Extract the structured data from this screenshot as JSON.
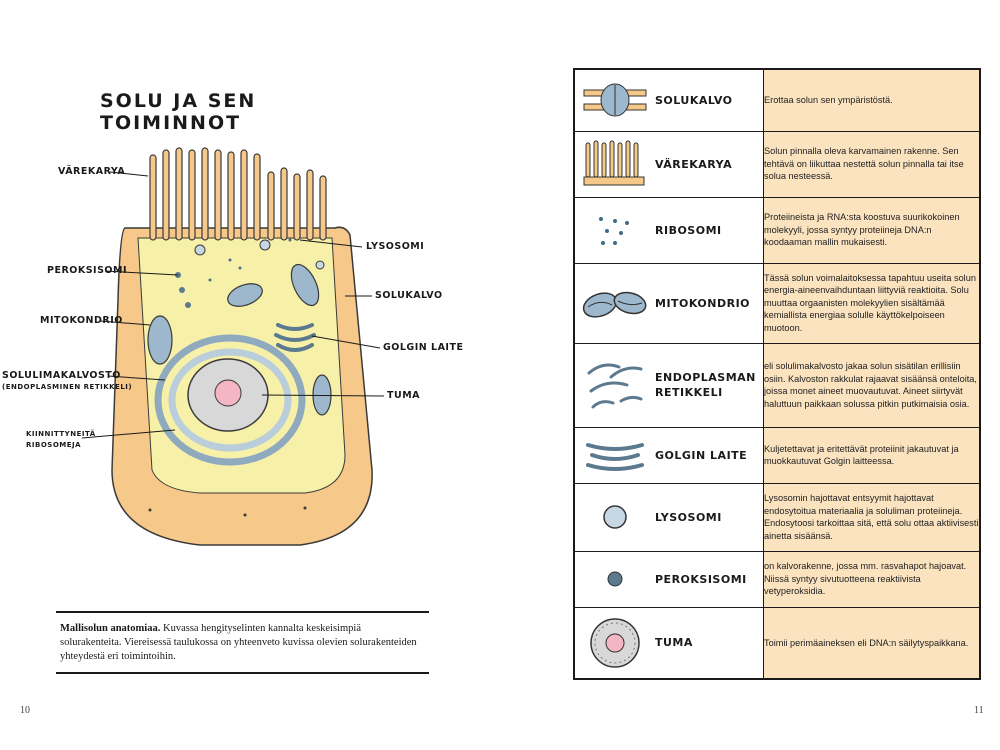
{
  "left": {
    "title": "SOLU JA SEN TOIMINNOT",
    "labels": {
      "varekarya": "VÄREKARYA",
      "peroksisomi": "PEROKSISOMI",
      "mitokondrio": "MITOKONDRIO",
      "solulimakalvosto": "SOLULIMAKALVOSTO",
      "endoplasminen": "(ENDOPLASMINEN RETIKKELI)",
      "kiinnittyneita": "KIINNITTYNEITÄ",
      "ribosomeja": "RIBOSOMEJA",
      "lysosomi": "LYSOSOMI",
      "solukalvo": "SOLUKALVO",
      "golgin_laite": "GOLGIN LAITE",
      "tuma": "TUMA"
    },
    "caption_bold": "Mallisolun anatomiaa.",
    "caption_text": " Kuvassa hengityselinten kannalta keskeisimpiä solurakenteita. Viereisessä taulukossa on yhteenveto kuvissa olevien solurakenteiden yhteydestä eri toimintoihin.",
    "page_number": "10"
  },
  "right": {
    "page_number": "11",
    "rows": [
      {
        "name": "SOLUKALVO",
        "icon": "membrane-icon",
        "description": "Erottaa solun sen ympäristöstä."
      },
      {
        "name": "VÄREKARYA",
        "icon": "cilia-icon",
        "description": "Solun pinnalla oleva karvamainen rakenne. Sen tehtävä on liikuttaa nestettä solun pinnalla tai itse solua nesteessä."
      },
      {
        "name": "RIBOSOMI",
        "icon": "ribosome-icon",
        "description": "Proteiineista ja RNA:sta koostuva suuri­kokoinen molekyyli, jossa syntyy proteiineja DNA:n koodaaman mallin mukaisesti."
      },
      {
        "name": "MITOKONDRIO",
        "icon": "mitochondria-icon",
        "description": "Tässä solun voimalaitoksessa tapahtuu useita solun energia-aineenvaihduntaan liittyviä reaktioita. Solu muuttaa orgaanisten molekyylien sisältämää kemiallista energiaa solulle käyttökelpoiseen muotoon."
      },
      {
        "name": "ENDOPLASMAN",
        "name2": "RETIKKELI",
        "icon": "endoplasmic-reticulum-icon",
        "description": "eli solulimakalvosto jakaa solun sisätilan erillisiin osiin. Kalvoston rakkulat rajaavat sisäänsä onteloita, joissa monet aineet muovautuvat. Aineet siirtyvät haluttuun paikkaan solussa pitkin putkimaisia osia."
      },
      {
        "name": "GOLGIN LAITE",
        "icon": "golgi-icon",
        "description": "Kuljetettavat ja eritettävät proteiinit jakau­tuvat ja muokkautuvat Golgin laitteessa."
      },
      {
        "name": "LYSOSOMI",
        "icon": "lysosome-icon",
        "description": "Lysosomin hajottavat entsyymit hajottavat endosytoitua materiaalia ja soluliman proteiineja. Endosytoosi tarkoittaa sitä, että solu ottaa aktiivisesti ainetta sisäänsä."
      },
      {
        "name": "PEROKSISOMI",
        "icon": "peroxisome-icon",
        "description": "on kalvorakenne, jossa mm. rasvahapot hajoavat. Niissä syntyy sivutuotteena reaktiivista vetyperoksidia."
      },
      {
        "name": "TUMA",
        "icon": "nucleus-icon",
        "description": "Toimii perimäaineksen eli DNA:n säilytyspaikkana."
      }
    ]
  },
  "colors": {
    "cell_outer": "#f6c88a",
    "cytoplasm": "#f7f0a8",
    "organelle_blue": "#9db7cc",
    "organelle_dark": "#5b7a90",
    "nucleolus": "#f4b6c2",
    "desc_bg": "#fbe3c0"
  }
}
